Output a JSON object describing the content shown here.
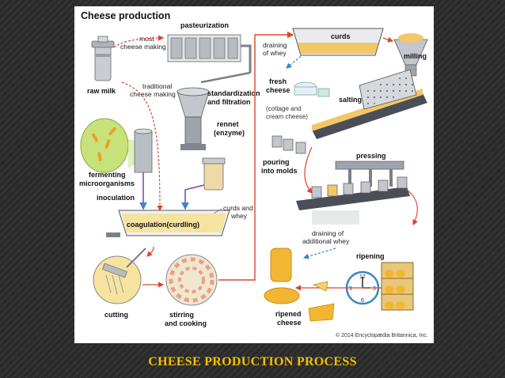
{
  "diagram": {
    "title": "Cheese production",
    "labels": {
      "pasteurization": "pasteurization",
      "most": "most",
      "cheese_making": "cheese making",
      "raw_milk": "raw milk",
      "traditional": "traditional",
      "cheese_making2": "cheese making",
      "standardization": "standardization",
      "and_filtration": "and filtration",
      "rennet": "rennet",
      "enzyme": "(enzyme)",
      "fermenting": "fermenting",
      "microorganisms": "microorganisms",
      "inoculation": "inoculation",
      "curds_and": "curds and",
      "whey": "whey",
      "coagulation": "coagulation(curdling)",
      "cutting": "cutting",
      "stirring": "stirring",
      "and_cooking": "and cooking",
      "draining": "draining",
      "of_whey": "of whey",
      "curds": "curds",
      "milling": "milling",
      "fresh": "fresh",
      "cheese": "cheese",
      "salting": "salting",
      "cottage_and": "(cottage and",
      "cream_cheese": "cream cheese)",
      "pressing": "pressing",
      "pouring": "pouring",
      "into_molds": "into molds",
      "draining_of": "draining of",
      "additional_whey": "additional whey",
      "ripening": "ripening",
      "ripened": "ripened",
      "cheese2": "cheese",
      "copyright": "© 2014 Encyclopædia Britannica, Inc."
    }
  },
  "caption": "CHEESE PRODUCTION PROCESS",
  "colors": {
    "caption": "#f2c000",
    "flow_arrow": "#d9472b",
    "whey_arrow": "#3a86c8",
    "cheese": "#f2b632",
    "metal": "#b8bcc2"
  }
}
